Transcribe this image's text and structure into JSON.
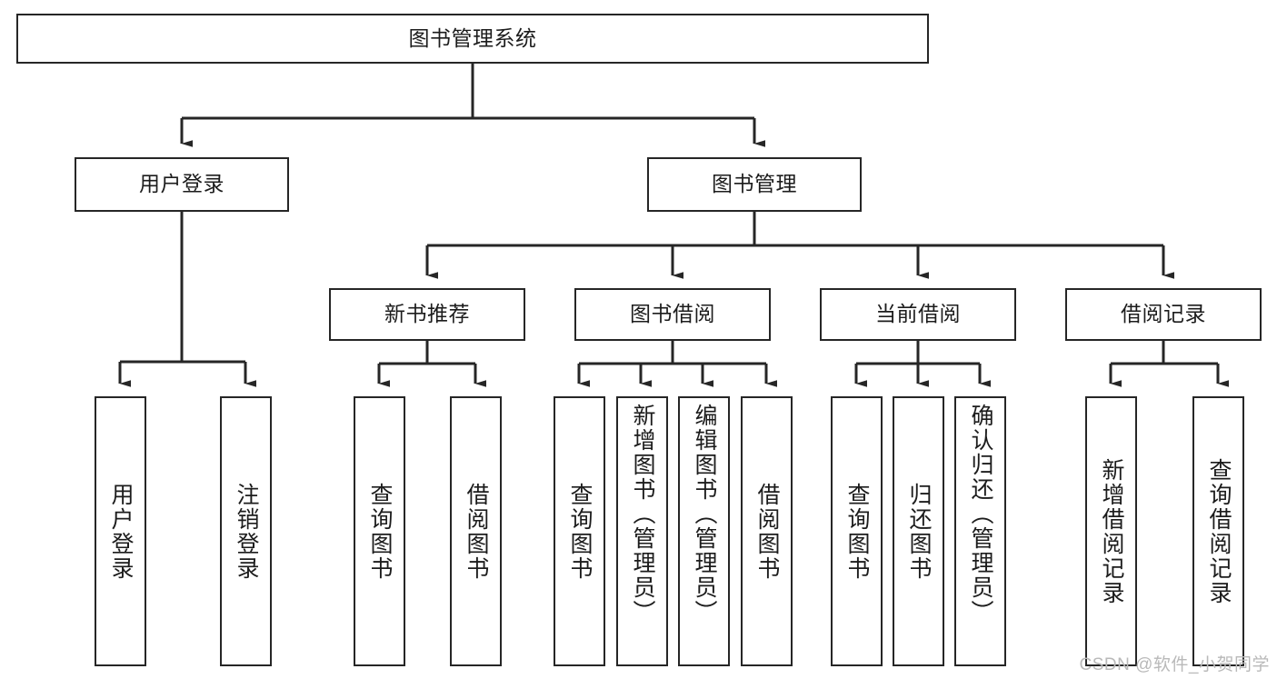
{
  "diagram": {
    "title": "图书管理系统",
    "type": "tree",
    "watermark": "CSDN @软件_小贺同学",
    "colors": {
      "box_border": "#262626",
      "box_fill": "#ffffff",
      "connector": "#262626",
      "text": "#1c1c1c",
      "watermark": "#b9b9b9"
    },
    "nodes": {
      "root": {
        "label": "图书管理系统"
      },
      "level2": [
        {
          "label": "用户登录"
        },
        {
          "label": "图书管理"
        }
      ],
      "level3": [
        {
          "label": "新书推荐"
        },
        {
          "label": "图书借阅"
        },
        {
          "label": "当前借阅"
        },
        {
          "label": "借阅记录"
        }
      ],
      "leaves_user_login": [
        {
          "label": "用户登录"
        },
        {
          "label": "注销登录"
        }
      ],
      "leaves_new_book": [
        {
          "label": "查询图书"
        },
        {
          "label": "借阅图书"
        }
      ],
      "leaves_book_borrow": [
        {
          "label": "查询图书"
        },
        {
          "label": "新增图书（管理员）"
        },
        {
          "label": "编辑图书（管理员）"
        },
        {
          "label": "借阅图书"
        }
      ],
      "leaves_current_borrow": [
        {
          "label": "查询图书"
        },
        {
          "label": "归还图书"
        },
        {
          "label": "确认归还（管理员）"
        }
      ],
      "leaves_borrow_record": [
        {
          "label": "新增借阅记录"
        },
        {
          "label": "查询借阅记录"
        }
      ]
    }
  }
}
